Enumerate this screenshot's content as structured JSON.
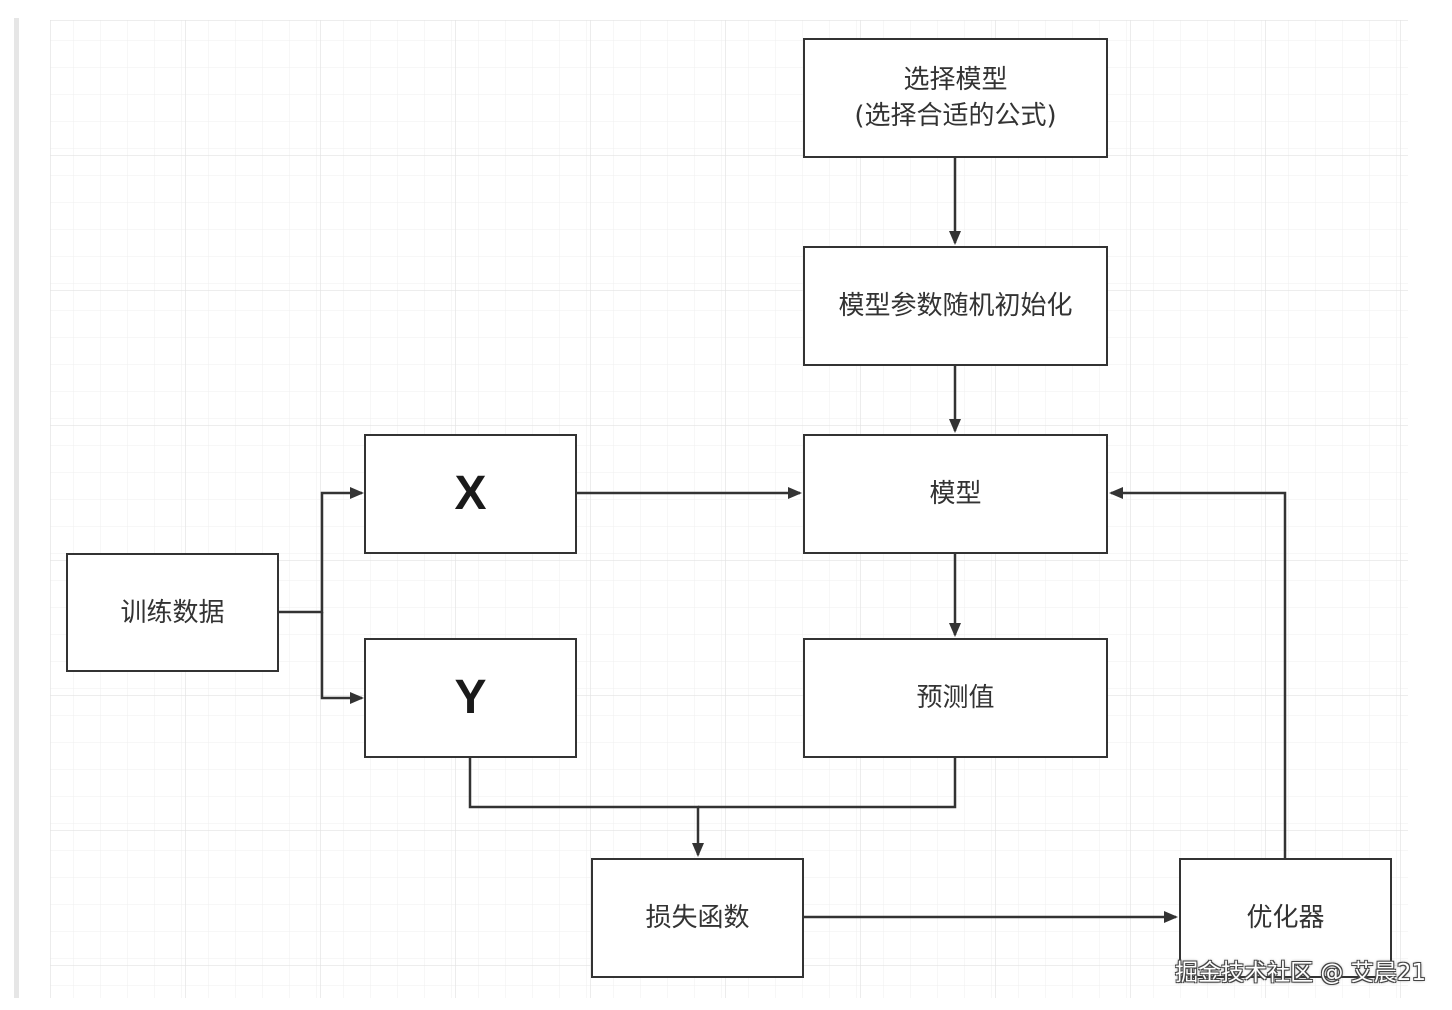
{
  "nodes": {
    "select_model": {
      "line1": "选择模型",
      "line2": "(选择合适的公式)"
    },
    "init_params": {
      "label": "模型参数随机初始化"
    },
    "model": {
      "label": "模型"
    },
    "training_data": {
      "label": "训练数据"
    },
    "x": {
      "label": "X"
    },
    "y": {
      "label": "Y"
    },
    "prediction": {
      "label": "预测值"
    },
    "loss": {
      "label": "损失函数"
    },
    "optimizer": {
      "label": "优化器"
    }
  },
  "watermark": {
    "text": "掘金技术社区 @ 艾晨21"
  },
  "colors": {
    "line": "#333333",
    "grid": "#e9e9e9",
    "text": "#333333"
  }
}
